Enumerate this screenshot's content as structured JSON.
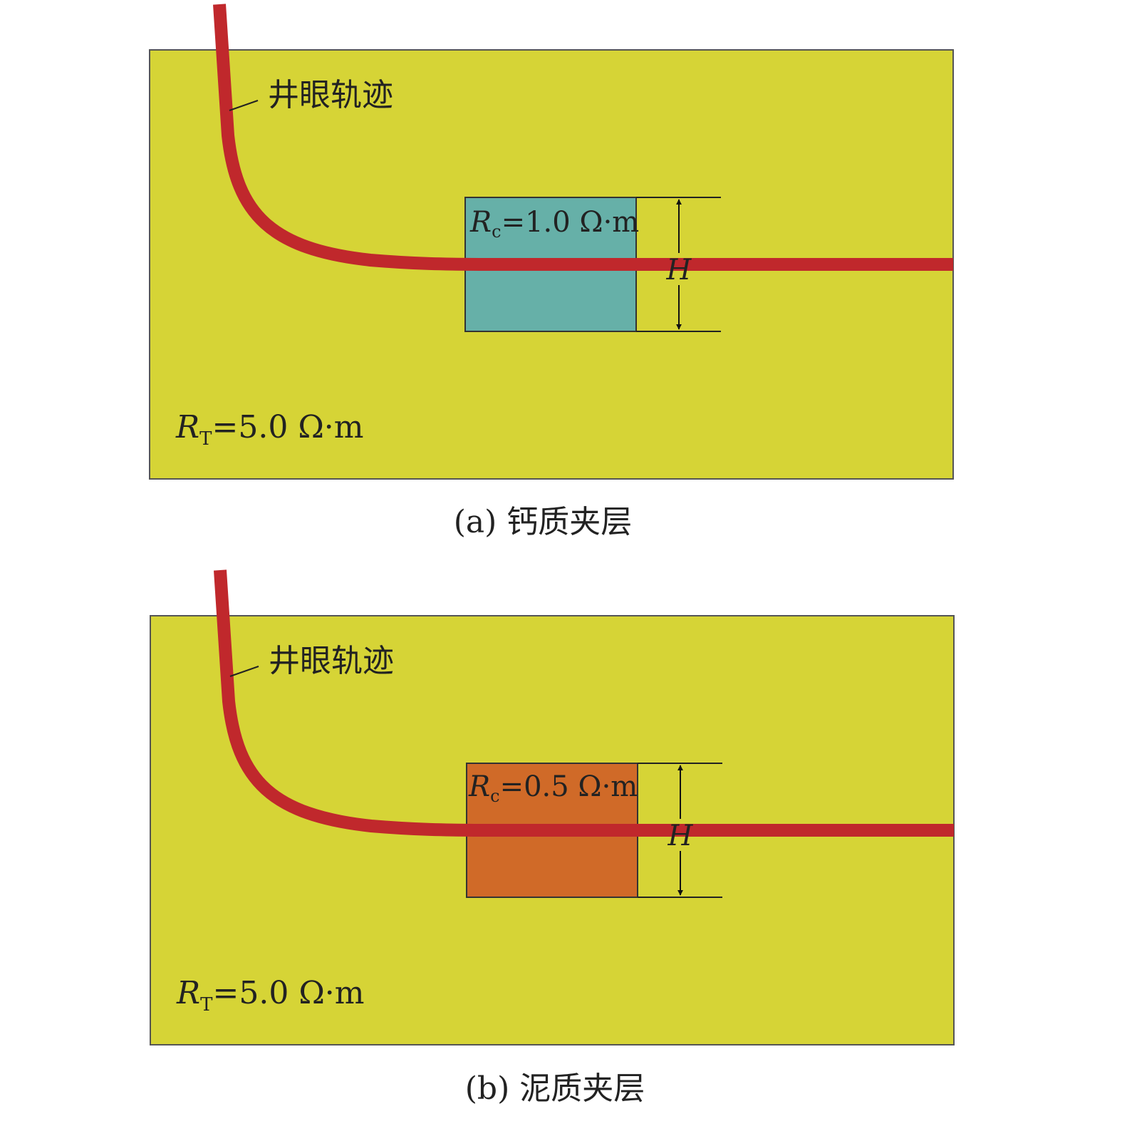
{
  "colors": {
    "formation": "#d6d436",
    "calcareous": "#66b0a8",
    "shale": "#d06a28",
    "trajectory": "#c0282c",
    "outline": "#333333"
  },
  "panels": [
    {
      "trajectory_label": "井眼轨迹",
      "interlayer": {
        "symbol": "R",
        "sub": "c",
        "value": "=1.0 Ω·m"
      },
      "formation": {
        "symbol": "R",
        "sub": "T",
        "value": "=5.0 Ω·m"
      },
      "thickness_label": "H",
      "caption": "(a) 钙质夹层"
    },
    {
      "trajectory_label": "井眼轨迹",
      "interlayer": {
        "symbol": "R",
        "sub": "c",
        "value": "=0.5 Ω·m"
      },
      "formation": {
        "symbol": "R",
        "sub": "T",
        "value": "=5.0 Ω·m"
      },
      "thickness_label": "H",
      "caption": "(b) 泥质夹层"
    }
  ]
}
